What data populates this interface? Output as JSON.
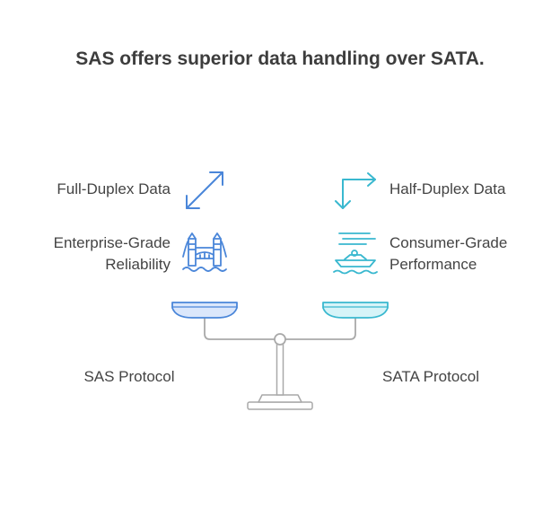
{
  "title": "SAS offers superior data handling over SATA.",
  "left": {
    "name": "SAS Protocol",
    "features": [
      {
        "line1": "Full-Duplex Data",
        "line2": "",
        "icon": "bidirectional-arrow-icon"
      },
      {
        "line1": "Enterprise-Grade",
        "line2": "Reliability",
        "icon": "bridge-icon"
      }
    ]
  },
  "right": {
    "name": "SATA Protocol",
    "features": [
      {
        "line1": "Half-Duplex Data",
        "line2": "",
        "icon": "turn-arrow-icon"
      },
      {
        "line1": "Consumer-Grade",
        "line2": "Performance",
        "icon": "speedboat-icon"
      }
    ]
  },
  "colors": {
    "left_accent": "#4a86d9",
    "left_fill": "#dbe7fb",
    "right_accent": "#39b8cf",
    "right_fill": "#d6f4f8",
    "stand": "#a9a9a9"
  }
}
